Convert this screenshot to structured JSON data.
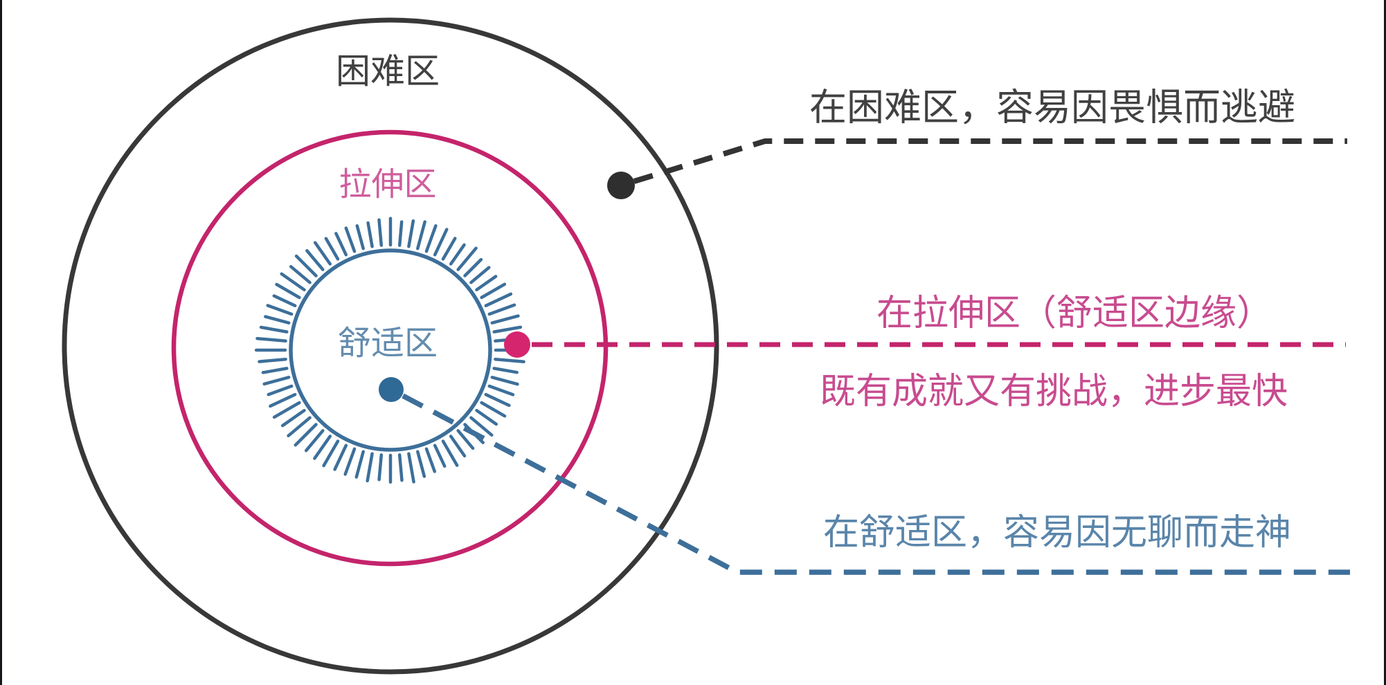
{
  "title": "舒适区 / 拉伸区 / 困难区 学习区域示意图",
  "palette": {
    "background": "#ffffff",
    "edge": "#14171c",
    "dark": "#383838",
    "dark_dash": "#333333",
    "dark_dot": "#2f2f2f",
    "dark_text": "#414141",
    "pink": "#c4246b",
    "pink_label": "#cf5e9c",
    "pink_text": "#c84b8f",
    "pink_dot": "#d6256f",
    "blue": "#3d6f9a",
    "blue_label": "#648caf",
    "blue_text": "#5a85aa",
    "blue_dot": "#2f6996"
  },
  "zones": {
    "difficult": {
      "label": "困难区"
    },
    "stretch": {
      "label": "拉伸区"
    },
    "comfort": {
      "label": "舒适区"
    }
  },
  "annotations": {
    "difficult": {
      "text": "在困难区，容易因畏惧而逃避"
    },
    "stretch": {
      "line1": "在拉伸区（舒适区边缘）",
      "line2": "既有成就又有挑战，进步最快"
    },
    "comfort": {
      "text": "在舒适区，容易因无聊而走神"
    }
  }
}
